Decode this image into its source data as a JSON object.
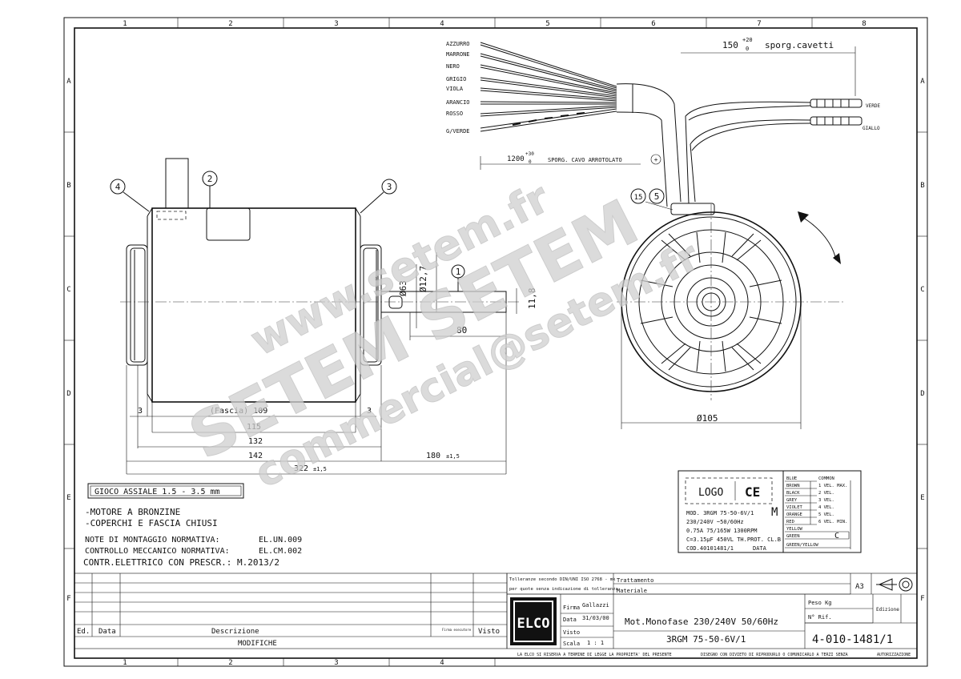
{
  "frame": {
    "columns": [
      "1",
      "2",
      "3",
      "4",
      "5",
      "6",
      "7",
      "8"
    ],
    "rows": [
      "A",
      "B",
      "C",
      "D",
      "E",
      "F"
    ]
  },
  "wires": {
    "labels": [
      "AZZURRO",
      "MARRONE",
      "NERO",
      "GRIGIO",
      "VIOLA",
      "ARANCIO",
      "ROSSO",
      "G/VERDE"
    ],
    "right_labels": [
      "VERDE",
      "GIALLO"
    ],
    "top_dim": "150",
    "top_dim_tol_plus": "+20",
    "top_dim_tol_zero": "0",
    "top_dim_text": "sporg.cavetti",
    "cable_dim": "1200",
    "cable_dim_tol_plus": "+30",
    "cable_dim_tol_zero": "0",
    "cable_dim_text": "SPORG. CAVO ARROTOLATO"
  },
  "balloons": [
    "4",
    "2",
    "3",
    "1",
    "15",
    "5"
  ],
  "dims": {
    "d63": "Ø63",
    "d12_7": "Ø12,7",
    "d11_8": "11,8",
    "d80": "80",
    "d3_left": "3",
    "d3_right": "3",
    "fascia": "(Fascia) 109",
    "d115": "115",
    "d132": "132",
    "d142": "142",
    "d180": "180",
    "d180_tol": "±1,5",
    "d322": "322",
    "d322_tol": "±1,5",
    "d105": "Ø105"
  },
  "notes": {
    "gioco": "GIOCO ASSIALE 1.5 - 3.5 mm",
    "line1": "-MOTORE A BRONZINE",
    "line2": "-COPERCHI E FASCIA CHIUSI",
    "line3a": "NOTE DI MONTAGGIO NORMATIVA:",
    "line3b": "EL.UN.009",
    "line4a": "CONTROLLO MECCANICO NORMATIVA:",
    "line4b": "EL.CM.002",
    "line5": "CONTR.ELETTRICO CON PRESCR.: M.2013/2"
  },
  "label_plate": {
    "logo": "LOGO",
    "ce": "CE",
    "m": "M",
    "rows": [
      "MOD. 3RGM 75-50-6V/1",
      "230/240V  ~50/60Hz",
      "0.75A   75/165W  1300RPM",
      "C=3.15μF 450VL TH.PROT. CL.B",
      "COD.40101481/1"
    ],
    "data_label": "DATA",
    "wire_colors": [
      "BLUE",
      "BROWN",
      "BLACK",
      "GREY",
      "VIOLET",
      "ORANGE",
      "RED",
      "YELLOW",
      "GREEN",
      "GREEN/YELLOW"
    ],
    "wire_functions": [
      "COMMON",
      "1 VEL. MAX.",
      "2 VEL.",
      "3 VEL.",
      "4 VEL.",
      "5 VEL.",
      "6 VEL. MIN."
    ],
    "cap": "C"
  },
  "title_block": {
    "tolerance_line1": "Tolleranze secondo DIN/UNI ISO 2768 - mk",
    "tolerance_line2": "per quote senza indicazione di tolleranza",
    "trattamento": "Trattamento",
    "materiale": "Materiale",
    "format": "A3",
    "company": "ELCO",
    "firma_label": "Firma",
    "firma_value": "Gallazzi",
    "data_label": "Data",
    "data_value": "31/03/00",
    "visto_label": "Visto",
    "scala_label": "Scala",
    "scala_value": "1 : 1",
    "title": "Mot.Monofase 230/240V 50/60Hz",
    "subtitle": "3RGM 75-50-6V/1",
    "peso": "Peso Kg",
    "nrif": "N° Rif.",
    "edizione": "Edizione",
    "drawing_number": "4-010-1481/1",
    "rev_ed": "Ed.",
    "rev_data": "Data",
    "rev_descr": "Descrizione",
    "rev_firma": "Firma esecutore",
    "rev_visto": "Visto",
    "modifiche": "MODIFICHE",
    "footer_left": "LA ELCO SI RISERVA A TERMINE DI LEGGE LA PROPRIETA' DEL PRESENTE",
    "footer_mid": "DISEGNO CON DIVIETO DI RIPRODURLO O COMUNICARLO A TERZI SENZA",
    "footer_right": "AUTORIZZAZIONE"
  },
  "watermark": {
    "w1": "www.setem.fr",
    "w2": "SETEM SETEM",
    "w3": "commercial@setem.fr"
  }
}
